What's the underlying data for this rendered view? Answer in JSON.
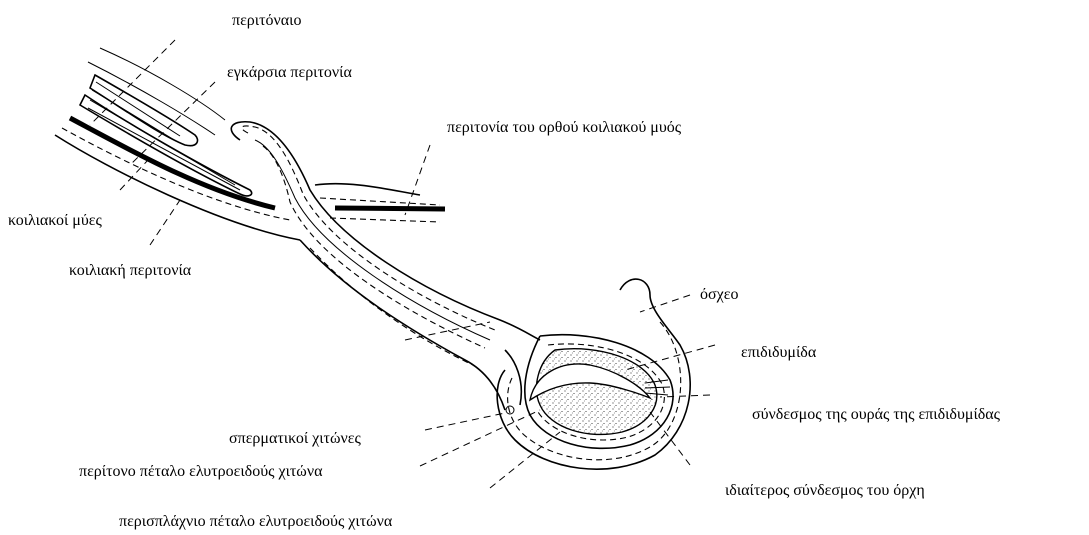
{
  "labels": {
    "peritoneum": "περιτόναιο",
    "transversalis_fascia": "εγκάρσια περιτονία",
    "rectus_fascia": "περιτονία του ορθού κοιλιακού μυός",
    "abdominal_muscles": "κοιλιακοί μύες",
    "abdominal_fascia": "κοιλιακή περιτονία",
    "scrotum": "όσχεο",
    "epididymis": "επιδιδυμίδα",
    "epididymis_tail_ligament": "σύνδεσμος της ουράς της επιδιδυμίδας",
    "spermatic_tunics": "σπερματικοί χιτώνες",
    "parietal_vaginal_tunic": "περίτονο πέταλο ελυτροειδούς χιτώνα",
    "proper_testis_ligament": "ιδιαίτερος σύνδεσμος του όρχη",
    "visceral_vaginal_tunic": "περισπλάχνιο πέταλο ελυτροειδούς χιτώνα"
  },
  "colors": {
    "ink": "#000000",
    "background": "#ffffff"
  }
}
